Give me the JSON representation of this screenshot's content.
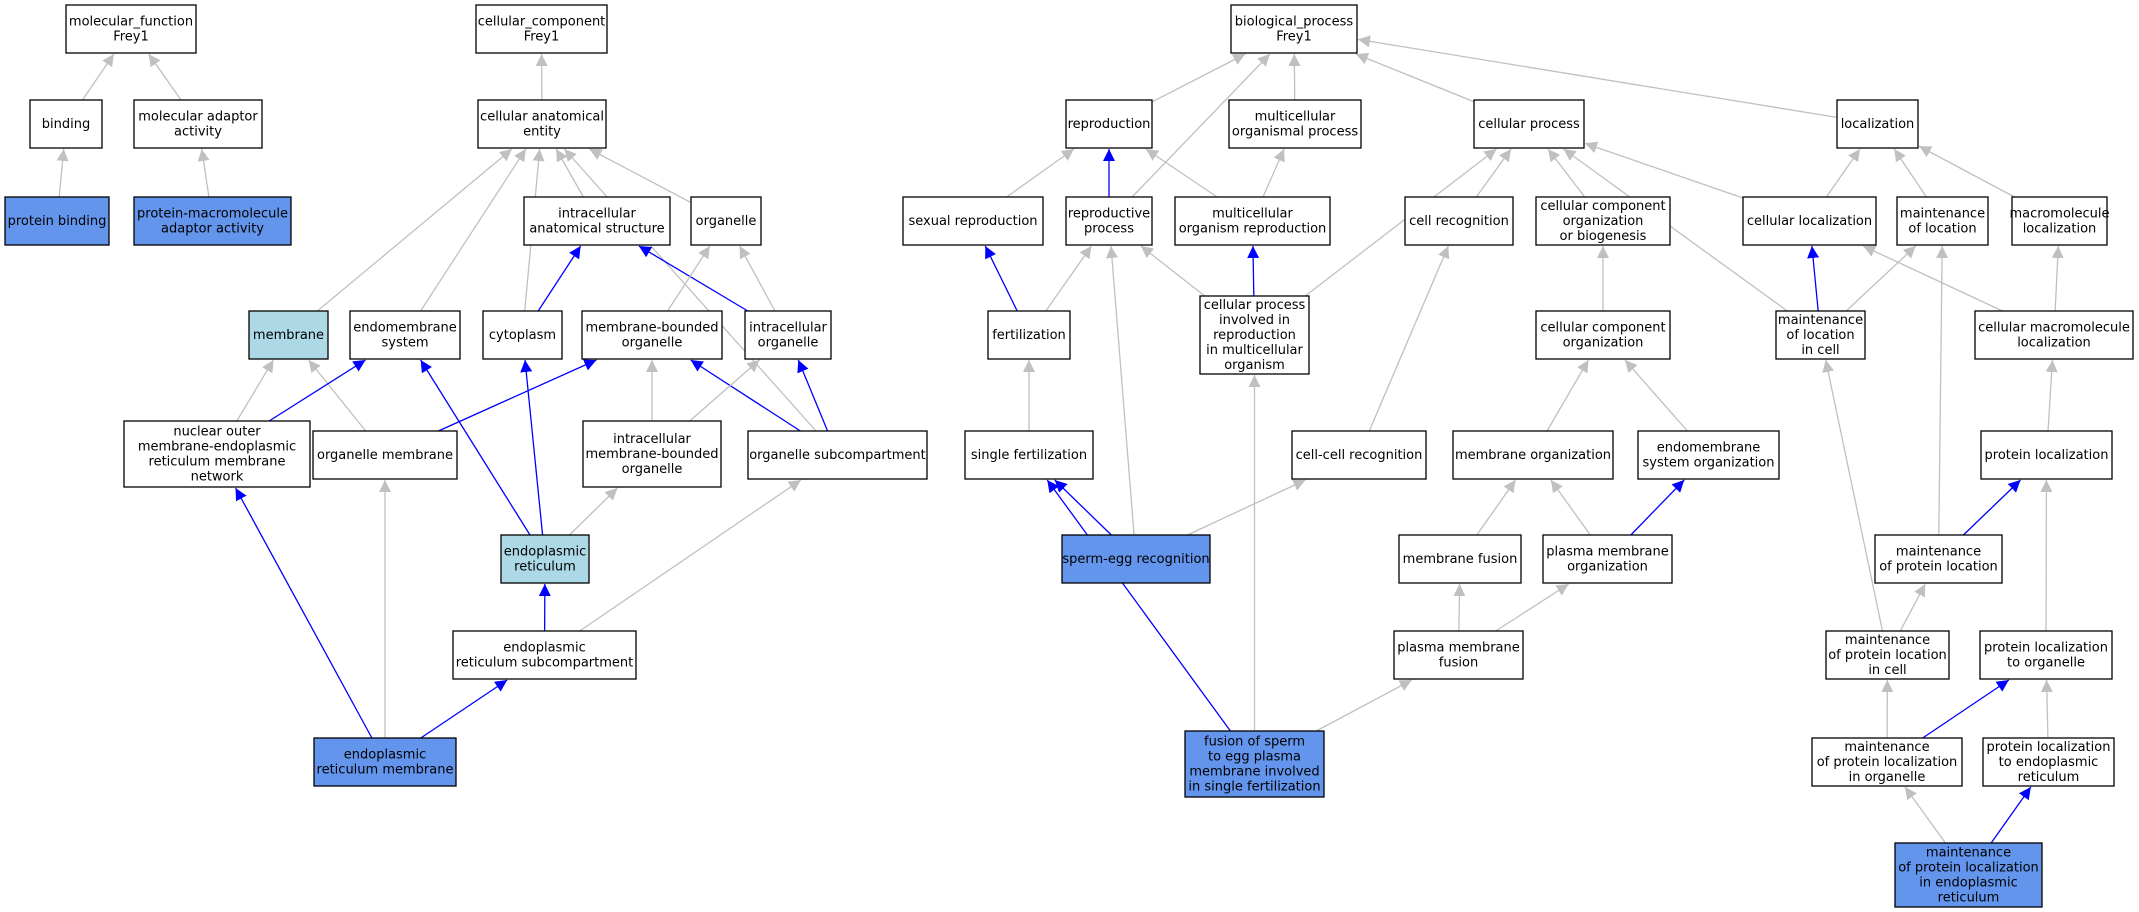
{
  "graph": {
    "colors": {
      "default_fill": "#ffffff",
      "annotated_fill": "#6495ed",
      "highlight_fill": "#add8e6",
      "is_a_edge": "#c0c0c0",
      "part_of_edge": "#0000ff"
    },
    "nodes": [
      {
        "id": "mf",
        "lines": [
          "molecular_function",
          "Frey1"
        ],
        "fill": "default"
      },
      {
        "id": "binding",
        "lines": [
          "binding"
        ],
        "fill": "default"
      },
      {
        "id": "mol_adaptor",
        "lines": [
          "molecular adaptor",
          "activity"
        ],
        "fill": "default"
      },
      {
        "id": "protein_binding",
        "lines": [
          "protein binding"
        ],
        "fill": "annotated"
      },
      {
        "id": "pm_adaptor",
        "lines": [
          "protein-macromolecule",
          "adaptor activity"
        ],
        "fill": "annotated"
      },
      {
        "id": "cc",
        "lines": [
          "cellular_component",
          "Frey1"
        ],
        "fill": "default"
      },
      {
        "id": "cae",
        "lines": [
          "cellular anatomical",
          "entity"
        ],
        "fill": "default"
      },
      {
        "id": "ias",
        "lines": [
          "intracellular",
          "anatomical structure"
        ],
        "fill": "default"
      },
      {
        "id": "organelle",
        "lines": [
          "organelle"
        ],
        "fill": "default"
      },
      {
        "id": "membrane",
        "lines": [
          "membrane"
        ],
        "fill": "highlight"
      },
      {
        "id": "endomembrane",
        "lines": [
          "endomembrane",
          "system"
        ],
        "fill": "default"
      },
      {
        "id": "cytoplasm",
        "lines": [
          "cytoplasm"
        ],
        "fill": "default"
      },
      {
        "id": "mbo",
        "lines": [
          "membrane-bounded",
          "organelle"
        ],
        "fill": "default"
      },
      {
        "id": "io",
        "lines": [
          "intracellular",
          "organelle"
        ],
        "fill": "default"
      },
      {
        "id": "nomer",
        "lines": [
          "nuclear outer",
          "membrane-endoplasmic",
          "reticulum membrane",
          "network"
        ],
        "fill": "default"
      },
      {
        "id": "om",
        "lines": [
          "organelle membrane"
        ],
        "fill": "default"
      },
      {
        "id": "imbo",
        "lines": [
          "intracellular",
          "membrane-bounded",
          "organelle"
        ],
        "fill": "default"
      },
      {
        "id": "osub",
        "lines": [
          "organelle subcompartment"
        ],
        "fill": "default"
      },
      {
        "id": "er",
        "lines": [
          "endoplasmic",
          "reticulum"
        ],
        "fill": "highlight"
      },
      {
        "id": "ersub",
        "lines": [
          "endoplasmic",
          "reticulum subcompartment"
        ],
        "fill": "default"
      },
      {
        "id": "erm",
        "lines": [
          "endoplasmic",
          "reticulum membrane"
        ],
        "fill": "annotated"
      },
      {
        "id": "bp",
        "lines": [
          "biological_process",
          "Frey1"
        ],
        "fill": "default"
      },
      {
        "id": "reproduction",
        "lines": [
          "reproduction"
        ],
        "fill": "default"
      },
      {
        "id": "mop",
        "lines": [
          "multicellular",
          "organismal process"
        ],
        "fill": "default"
      },
      {
        "id": "cp",
        "lines": [
          "cellular process"
        ],
        "fill": "default"
      },
      {
        "id": "localization",
        "lines": [
          "localization"
        ],
        "fill": "default"
      },
      {
        "id": "sexrep",
        "lines": [
          "sexual reproduction"
        ],
        "fill": "default"
      },
      {
        "id": "repproc",
        "lines": [
          "reproductive",
          "process"
        ],
        "fill": "default"
      },
      {
        "id": "mor",
        "lines": [
          "multicellular",
          "organism reproduction"
        ],
        "fill": "default"
      },
      {
        "id": "cellrec",
        "lines": [
          "cell recognition"
        ],
        "fill": "default"
      },
      {
        "id": "ccob",
        "lines": [
          "cellular component",
          "organization",
          "or biogenesis"
        ],
        "fill": "default"
      },
      {
        "id": "cellloc",
        "lines": [
          "cellular localization"
        ],
        "fill": "default"
      },
      {
        "id": "mol",
        "lines": [
          "maintenance",
          "of location"
        ],
        "fill": "default"
      },
      {
        "id": "macroloc",
        "lines": [
          "macromolecule",
          "localization"
        ],
        "fill": "default"
      },
      {
        "id": "fert",
        "lines": [
          "fertilization"
        ],
        "fill": "default"
      },
      {
        "id": "cpir",
        "lines": [
          "cellular process",
          "involved in",
          "reproduction",
          "in multicellular",
          "organism"
        ],
        "fill": "default"
      },
      {
        "id": "cco",
        "lines": [
          "cellular component",
          "organization"
        ],
        "fill": "default"
      },
      {
        "id": "molc",
        "lines": [
          "maintenance",
          "of location",
          "in cell"
        ],
        "fill": "default"
      },
      {
        "id": "cml",
        "lines": [
          "cellular macromolecule",
          "localization"
        ],
        "fill": "default"
      },
      {
        "id": "sfert",
        "lines": [
          "single fertilization"
        ],
        "fill": "default"
      },
      {
        "id": "ccrec",
        "lines": [
          "cell-cell recognition"
        ],
        "fill": "default"
      },
      {
        "id": "memorg",
        "lines": [
          "membrane organization"
        ],
        "fill": "default"
      },
      {
        "id": "endoorg",
        "lines": [
          "endomembrane",
          "system organization"
        ],
        "fill": "default"
      },
      {
        "id": "protloc",
        "lines": [
          "protein localization"
        ],
        "fill": "default"
      },
      {
        "id": "sperm",
        "lines": [
          "sperm-egg recognition"
        ],
        "fill": "annotated"
      },
      {
        "id": "memfus",
        "lines": [
          "membrane fusion"
        ],
        "fill": "default"
      },
      {
        "id": "pmorg",
        "lines": [
          "plasma membrane",
          "organization"
        ],
        "fill": "default"
      },
      {
        "id": "mopl",
        "lines": [
          "maintenance",
          "of protein location"
        ],
        "fill": "default"
      },
      {
        "id": "pmfus",
        "lines": [
          "plasma membrane",
          "fusion"
        ],
        "fill": "default"
      },
      {
        "id": "moplc",
        "lines": [
          "maintenance",
          "of protein location",
          "in cell"
        ],
        "fill": "default"
      },
      {
        "id": "plo",
        "lines": [
          "protein localization",
          "to organelle"
        ],
        "fill": "default"
      },
      {
        "id": "fusion",
        "lines": [
          "fusion of sperm",
          "to egg plasma",
          "membrane involved",
          "in single fertilization"
        ],
        "fill": "annotated"
      },
      {
        "id": "moplo",
        "lines": [
          "maintenance",
          "of protein localization",
          "in organelle"
        ],
        "fill": "default"
      },
      {
        "id": "pler",
        "lines": [
          "protein localization",
          "to endoplasmic",
          "reticulum"
        ],
        "fill": "default"
      },
      {
        "id": "mopler",
        "lines": [
          "maintenance",
          "of protein localization",
          "in endoplasmic",
          "reticulum"
        ],
        "fill": "annotated"
      }
    ],
    "edges": [
      {
        "from": "binding",
        "to": "mf",
        "type": "is_a"
      },
      {
        "from": "mol_adaptor",
        "to": "mf",
        "type": "is_a"
      },
      {
        "from": "protein_binding",
        "to": "binding",
        "type": "is_a"
      },
      {
        "from": "pm_adaptor",
        "to": "mol_adaptor",
        "type": "is_a"
      },
      {
        "from": "cae",
        "to": "cc",
        "type": "is_a"
      },
      {
        "from": "ias",
        "to": "cae",
        "type": "is_a"
      },
      {
        "from": "organelle",
        "to": "cae",
        "type": "is_a"
      },
      {
        "from": "membrane",
        "to": "cae",
        "type": "is_a"
      },
      {
        "from": "endomembrane",
        "to": "cae",
        "type": "is_a"
      },
      {
        "from": "cytoplasm",
        "to": "cae",
        "type": "is_a"
      },
      {
        "from": "osub",
        "to": "cae",
        "type": "is_a"
      },
      {
        "from": "cytoplasm",
        "to": "ias",
        "type": "part_of"
      },
      {
        "from": "io",
        "to": "ias",
        "type": "part_of"
      },
      {
        "from": "mbo",
        "to": "organelle",
        "type": "is_a"
      },
      {
        "from": "io",
        "to": "organelle",
        "type": "is_a"
      },
      {
        "from": "nomer",
        "to": "membrane",
        "type": "is_a"
      },
      {
        "from": "om",
        "to": "membrane",
        "type": "is_a"
      },
      {
        "from": "nomer",
        "to": "endomembrane",
        "type": "part_of"
      },
      {
        "from": "er",
        "to": "endomembrane",
        "type": "part_of"
      },
      {
        "from": "er",
        "to": "cytoplasm",
        "type": "part_of"
      },
      {
        "from": "om",
        "to": "mbo",
        "type": "part_of"
      },
      {
        "from": "imbo",
        "to": "mbo",
        "type": "is_a"
      },
      {
        "from": "osub",
        "to": "mbo",
        "type": "part_of"
      },
      {
        "from": "imbo",
        "to": "io",
        "type": "is_a"
      },
      {
        "from": "osub",
        "to": "io",
        "type": "part_of"
      },
      {
        "from": "er",
        "to": "imbo",
        "type": "is_a"
      },
      {
        "from": "ersub",
        "to": "er",
        "type": "part_of"
      },
      {
        "from": "ersub",
        "to": "osub",
        "type": "is_a"
      },
      {
        "from": "erm",
        "to": "nomer",
        "type": "part_of"
      },
      {
        "from": "erm",
        "to": "om",
        "type": "is_a"
      },
      {
        "from": "erm",
        "to": "ersub",
        "type": "part_of"
      },
      {
        "from": "reproduction",
        "to": "bp",
        "type": "is_a"
      },
      {
        "from": "repproc",
        "to": "bp",
        "type": "is_a"
      },
      {
        "from": "mop",
        "to": "bp",
        "type": "is_a"
      },
      {
        "from": "cp",
        "to": "bp",
        "type": "is_a"
      },
      {
        "from": "localization",
        "to": "bp",
        "type": "is_a"
      },
      {
        "from": "sexrep",
        "to": "reproduction",
        "type": "is_a"
      },
      {
        "from": "repproc",
        "to": "reproduction",
        "type": "part_of"
      },
      {
        "from": "mor",
        "to": "reproduction",
        "type": "is_a"
      },
      {
        "from": "mor",
        "to": "mop",
        "type": "is_a"
      },
      {
        "from": "cellrec",
        "to": "cp",
        "type": "is_a"
      },
      {
        "from": "ccob",
        "to": "cp",
        "type": "is_a"
      },
      {
        "from": "cellloc",
        "to": "cp",
        "type": "is_a"
      },
      {
        "from": "cpir",
        "to": "cp",
        "type": "is_a"
      },
      {
        "from": "molc",
        "to": "cp",
        "type": "is_a"
      },
      {
        "from": "cellloc",
        "to": "localization",
        "type": "is_a"
      },
      {
        "from": "mol",
        "to": "localization",
        "type": "is_a"
      },
      {
        "from": "macroloc",
        "to": "localization",
        "type": "is_a"
      },
      {
        "from": "fert",
        "to": "sexrep",
        "type": "part_of"
      },
      {
        "from": "fert",
        "to": "repproc",
        "type": "is_a"
      },
      {
        "from": "cpir",
        "to": "repproc",
        "type": "is_a"
      },
      {
        "from": "sperm",
        "to": "repproc",
        "type": "is_a"
      },
      {
        "from": "cpir",
        "to": "mor",
        "type": "part_of"
      },
      {
        "from": "ccrec",
        "to": "cellrec",
        "type": "is_a"
      },
      {
        "from": "cco",
        "to": "ccob",
        "type": "is_a"
      },
      {
        "from": "molc",
        "to": "cellloc",
        "type": "part_of"
      },
      {
        "from": "cml",
        "to": "cellloc",
        "type": "is_a"
      },
      {
        "from": "molc",
        "to": "mol",
        "type": "is_a"
      },
      {
        "from": "mopl",
        "to": "mol",
        "type": "is_a"
      },
      {
        "from": "cml",
        "to": "macroloc",
        "type": "is_a"
      },
      {
        "from": "sfert",
        "to": "fert",
        "type": "is_a"
      },
      {
        "from": "fusion",
        "to": "cpir",
        "type": "is_a"
      },
      {
        "from": "memorg",
        "to": "cco",
        "type": "is_a"
      },
      {
        "from": "endoorg",
        "to": "cco",
        "type": "is_a"
      },
      {
        "from": "moplc",
        "to": "molc",
        "type": "is_a"
      },
      {
        "from": "protloc",
        "to": "cml",
        "type": "is_a"
      },
      {
        "from": "sperm",
        "to": "sfert",
        "type": "part_of"
      },
      {
        "from": "fusion",
        "to": "sfert",
        "type": "part_of"
      },
      {
        "from": "sperm",
        "to": "ccrec",
        "type": "is_a"
      },
      {
        "from": "memfus",
        "to": "memorg",
        "type": "is_a"
      },
      {
        "from": "pmorg",
        "to": "memorg",
        "type": "is_a"
      },
      {
        "from": "pmorg",
        "to": "endoorg",
        "type": "part_of"
      },
      {
        "from": "mopl",
        "to": "protloc",
        "type": "part_of"
      },
      {
        "from": "plo",
        "to": "protloc",
        "type": "is_a"
      },
      {
        "from": "pmfus",
        "to": "memfus",
        "type": "is_a"
      },
      {
        "from": "pmfus",
        "to": "pmorg",
        "type": "is_a"
      },
      {
        "from": "moplc",
        "to": "mopl",
        "type": "is_a"
      },
      {
        "from": "fusion",
        "to": "pmfus",
        "type": "is_a"
      },
      {
        "from": "moplo",
        "to": "moplc",
        "type": "is_a"
      },
      {
        "from": "moplo",
        "to": "plo",
        "type": "part_of"
      },
      {
        "from": "pler",
        "to": "plo",
        "type": "is_a"
      },
      {
        "from": "mopler",
        "to": "moplo",
        "type": "is_a"
      },
      {
        "from": "mopler",
        "to": "pler",
        "type": "part_of"
      }
    ]
  }
}
